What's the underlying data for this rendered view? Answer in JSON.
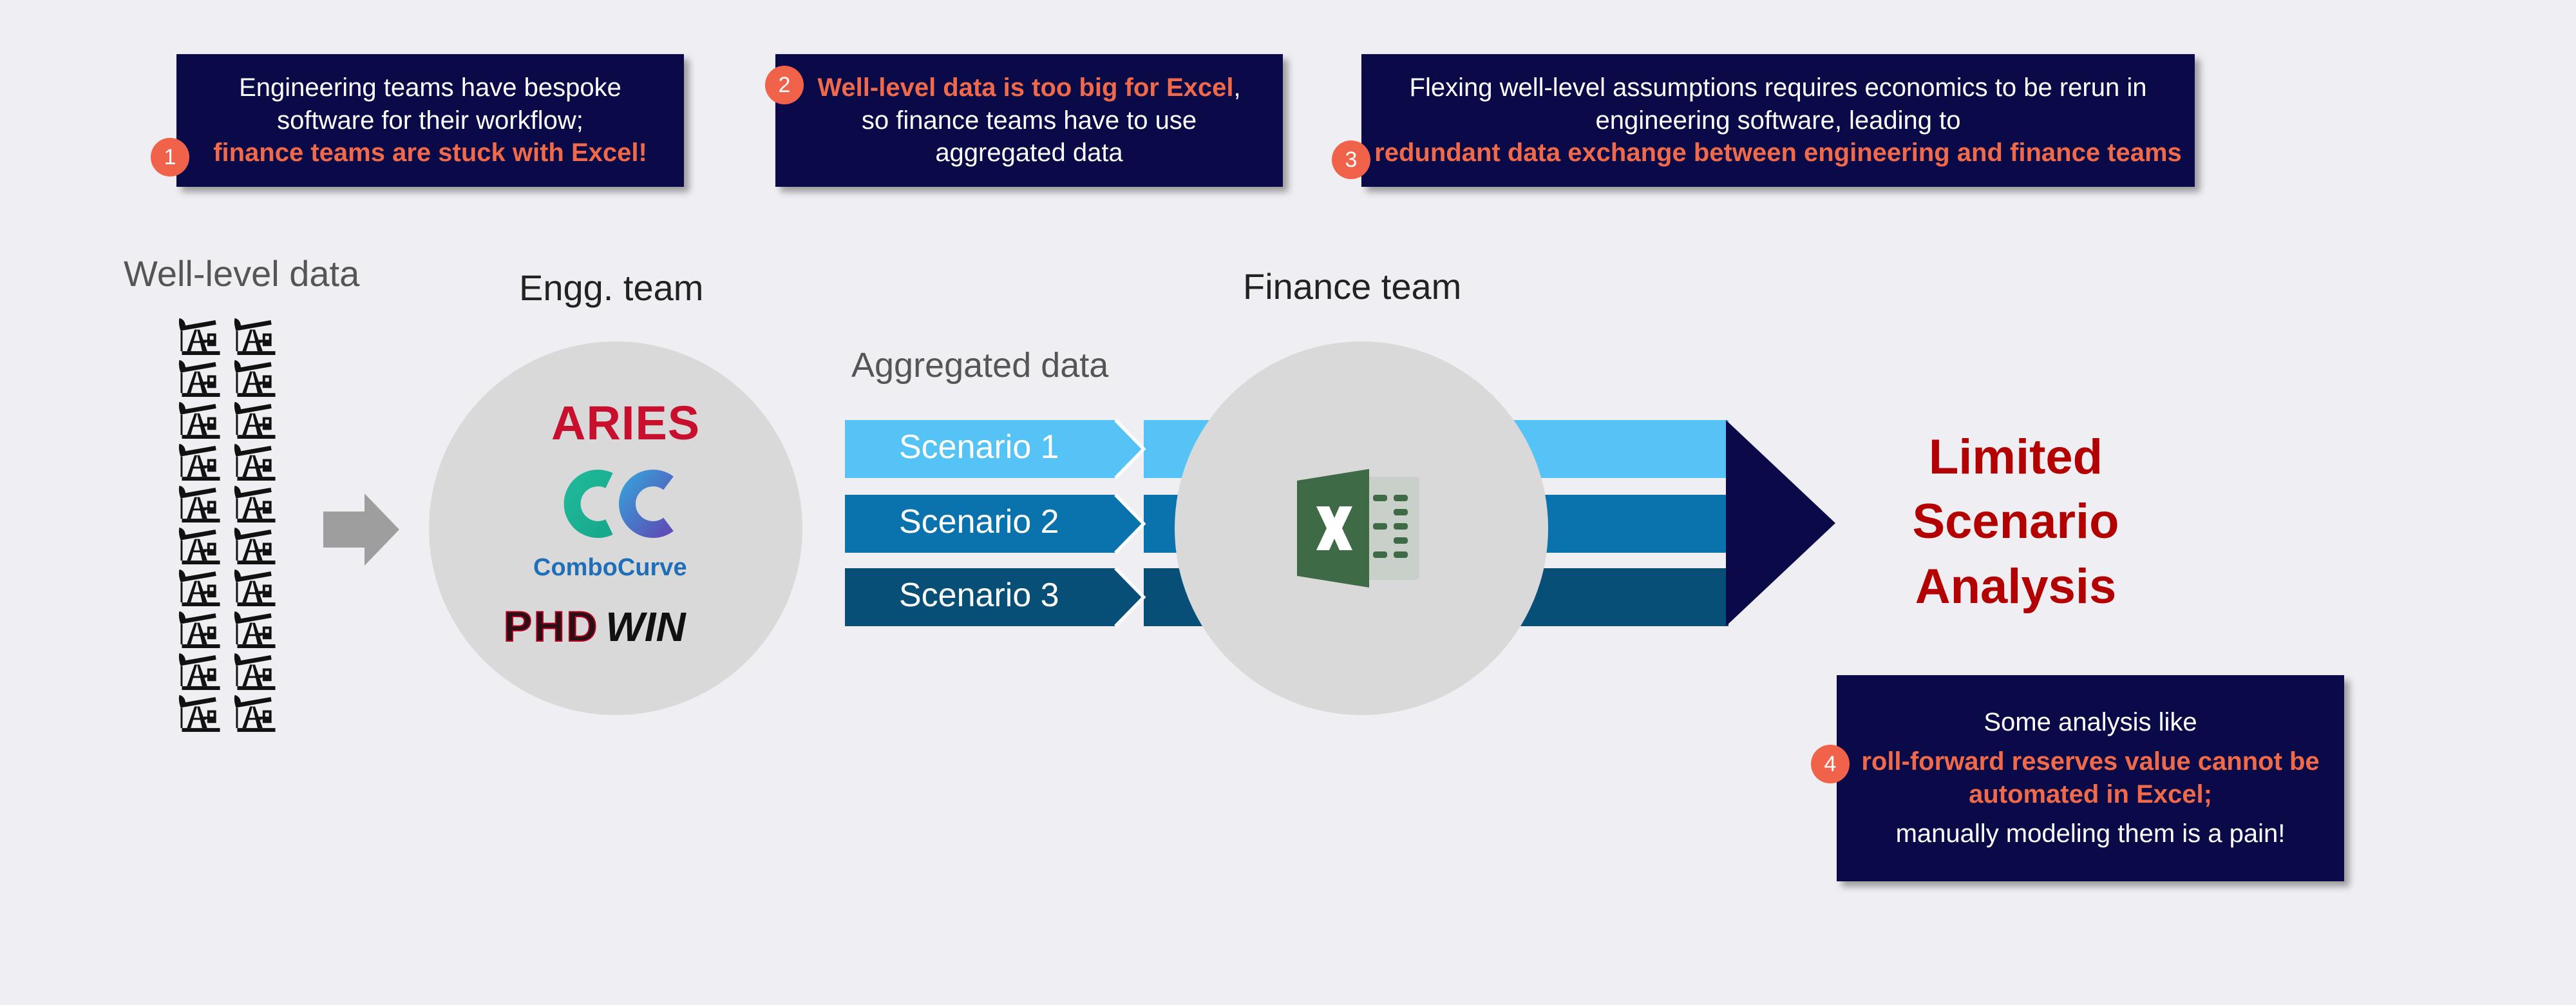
{
  "callouts": [
    {
      "badge": "1",
      "line1": "Engineering teams have bespoke",
      "line2": "software for their workflow;",
      "highlight": "finance teams are stuck with Excel!"
    },
    {
      "badge": "2",
      "highlight": "Well-level data is too big for Excel",
      "line1_tail": ",",
      "line2": "so finance teams have to use",
      "line3": "aggregated data"
    },
    {
      "badge": "3",
      "line1": "Flexing well-level assumptions requires economics to be rerun in",
      "line2": "engineering software, leading to",
      "highlight": "redundant data exchange between engineering and finance teams"
    },
    {
      "badge": "4",
      "line1": "Some analysis like",
      "highlight1": "roll-forward reserves value cannot be",
      "highlight2": "automated in Excel;",
      "line3": "manually modeling them is a pain!"
    }
  ],
  "labels": {
    "well_level": "Well-level data",
    "engg_team": "Engg. team",
    "finance_team": "Finance team",
    "aggregated": "Aggregated data"
  },
  "engg_software": {
    "aries": "ARIES",
    "combocurve": "ComboCurve",
    "phdwin_a": "PHD",
    "phdwin_b": "WIN"
  },
  "scenarios": [
    "Scenario 1",
    "Scenario 2",
    "Scenario 3"
  ],
  "result": [
    "Limited",
    "Scenario",
    "Analysis"
  ],
  "colors": {
    "navy": "#0a0a48",
    "accent": "#f06a4a",
    "result_red": "#b30000",
    "scenario1": "#55c3f5",
    "scenario2": "#0a73ad",
    "scenario3": "#084f78",
    "excel_green": "#3f6a46"
  },
  "icons": {
    "well": "oil-pump-jack-icon",
    "arrow": "right-arrow-icon",
    "excel": "excel-icon"
  }
}
